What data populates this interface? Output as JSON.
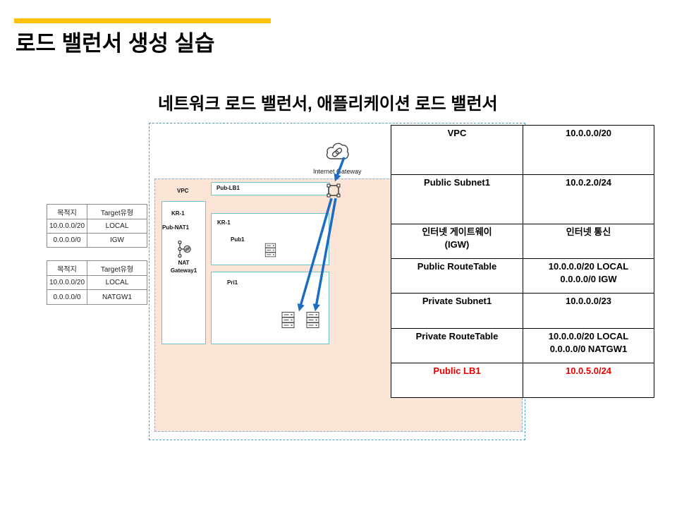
{
  "slide": {
    "title": "로드 밸런서 생성 실습",
    "subtitle": "네트워크 로드 밸런서, 애플리케이션 로드 밸런서"
  },
  "colors": {
    "accent_bar": "#FFC000",
    "arrow": "#1C6DC1",
    "vpc_fill": "#FCE4D6",
    "subnet_border": "#6CC4CD",
    "region_border": "#4A9FC8",
    "highlight_text": "#E60000"
  },
  "diagram": {
    "internet_gateway": {
      "label": "Internet Gateway",
      "icon": "cloud-link-icon"
    },
    "vpc": {
      "label": "VPC"
    },
    "load_balancer": {
      "label": "Pub-LB1",
      "icon": "load-balancer-icon"
    },
    "nat_zone": {
      "zone": "KR-1",
      "subnet": "Pub-NAT1",
      "gateway_lines": [
        "NAT",
        "Gateway1"
      ],
      "icon": "nat-gateway-icon"
    },
    "public_subnet": {
      "zone": "KR-1",
      "label": "Pub1",
      "icon": "server-icon"
    },
    "private_subnet": {
      "label": "Pri1",
      "icon": "server-icon"
    }
  },
  "route_tables": [
    {
      "headers": [
        "목적지",
        "Target유형"
      ],
      "rows": [
        [
          "10.0.0.0/20",
          "LOCAL"
        ],
        [
          "0.0.0.0/0",
          "IGW"
        ]
      ]
    },
    {
      "headers": [
        "목적지",
        "Target유형"
      ],
      "rows": [
        [
          "10.0.0.0/20",
          "LOCAL"
        ],
        [
          "0.0.0.0/0",
          "NATGW1"
        ]
      ]
    }
  ],
  "summary_table": [
    {
      "name": [
        "VPC"
      ],
      "value": [
        "10.0.0.0/20"
      ]
    },
    {
      "name": [
        "Public Subnet1"
      ],
      "value": [
        "10.0.2.0/24"
      ]
    },
    {
      "name": [
        "인터넷 게이트웨이",
        "(IGW)"
      ],
      "value": [
        "인터넷 통신"
      ]
    },
    {
      "name": [
        "Public RouteTable"
      ],
      "value": [
        "10.0.0.0/20 LOCAL",
        "0.0.0.0/0 IGW"
      ]
    },
    {
      "name": [
        "Private Subnet1"
      ],
      "value": [
        "10.0.0.0/23"
      ]
    },
    {
      "name": [
        "Private RouteTable"
      ],
      "value": [
        "10.0.0.0/20 LOCAL",
        "0.0.0.0/0 NATGW1"
      ]
    },
    {
      "name": [
        "Public LB1"
      ],
      "value": [
        "10.0.5.0/24"
      ],
      "highlighted": true
    }
  ]
}
